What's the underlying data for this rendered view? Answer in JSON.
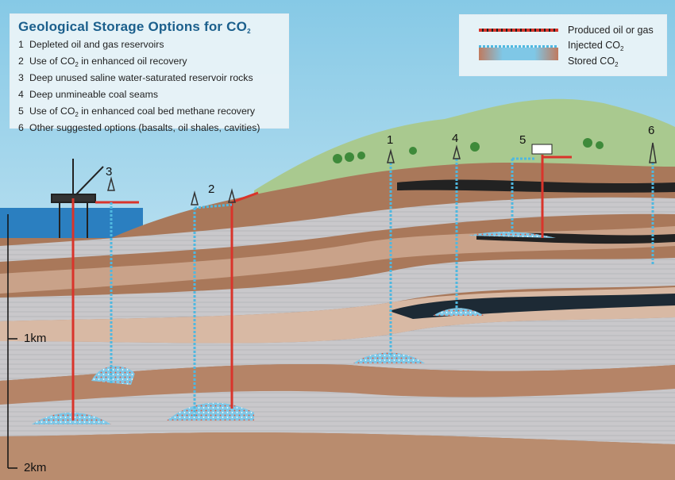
{
  "title": {
    "text": "Geological Storage Options for CO",
    "sub": "2"
  },
  "options": [
    {
      "num": "1",
      "pre": "Depleted oil and gas reservoirs",
      "sub": "",
      "post": ""
    },
    {
      "num": "2",
      "pre": "Use of CO",
      "sub": "2",
      "post": " in enhanced oil recovery"
    },
    {
      "num": "3",
      "pre": "Deep unused saline water-saturated reservoir rocks",
      "sub": "",
      "post": ""
    },
    {
      "num": "4",
      "pre": "Deep unmineable coal seams",
      "sub": "",
      "post": ""
    },
    {
      "num": "5",
      "pre": "Use of CO",
      "sub": "2",
      "post": " in enhanced coal bed methane recovery"
    },
    {
      "num": "6",
      "pre": "Other suggested options (basalts, oil shales, cavities)",
      "sub": "",
      "post": ""
    }
  ],
  "legend": [
    {
      "label": "Produced oil or gas",
      "sub": "",
      "icon": "produced-line-icon"
    },
    {
      "label": "Injected CO",
      "sub": "2",
      "icon": "injected-line-icon"
    },
    {
      "label": "Stored CO",
      "sub": "2",
      "icon": "stored-swatch-icon"
    }
  ],
  "site_labels": [
    "1",
    "2",
    "3",
    "4",
    "5",
    "6"
  ],
  "depth_scale": {
    "mark1": "1km",
    "mark2": "2km"
  },
  "colors": {
    "produced": "#d9342b",
    "injected": "#4fb8e0",
    "title": "#1b5f8c",
    "hill": "#a9c98f",
    "sea": "#2b7fc0"
  }
}
